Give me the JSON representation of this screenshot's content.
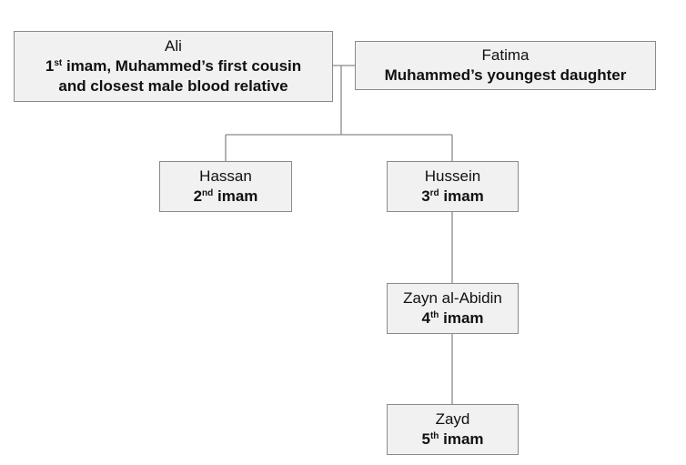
{
  "nodes": {
    "ali": {
      "name": "Ali",
      "ordinal_num": "1",
      "ordinal_suffix": "st",
      "desc_line1": " imam, Muhammed’s first cousin",
      "desc_line2": "and closest male blood relative"
    },
    "fatima": {
      "name": "Fatima",
      "desc": "Muhammed’s youngest daughter"
    },
    "hassan": {
      "name": "Hassan",
      "ordinal_num": "2",
      "ordinal_suffix": "nd",
      "title": " imam"
    },
    "hussein": {
      "name": "Hussein",
      "ordinal_num": "3",
      "ordinal_suffix": "rd",
      "title": " imam"
    },
    "zayn": {
      "name": "Zayn al-Abidin",
      "ordinal_num": "4",
      "ordinal_suffix": "th",
      "title": " imam"
    },
    "zayd": {
      "name": "Zayd",
      "ordinal_num": "5",
      "ordinal_suffix": "th",
      "title": " imam"
    }
  }
}
